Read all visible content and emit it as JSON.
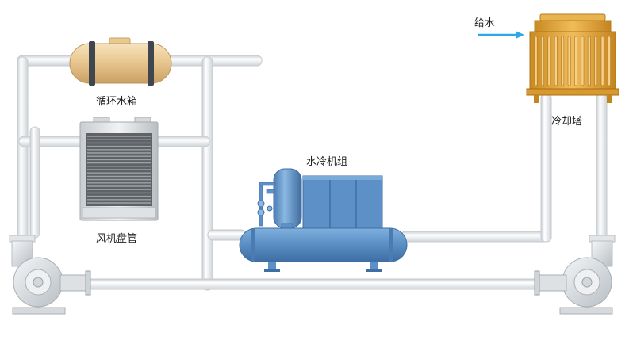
{
  "labels": {
    "tank": "循环水箱",
    "fan_coil": "风机盘管",
    "chiller": "水冷机组",
    "cooling_tower": "冷却塔",
    "water_supply": "给水"
  },
  "colors": {
    "pipe": "#e9edf0",
    "pipe_edge": "#c4cad0",
    "tank_body": "#e9c992",
    "tank_band": "#3f4650",
    "chiller_blue": "#5d90c6",
    "tower_gold": "#e2a63a",
    "arrow": "#2aa9e6",
    "pump": "#dde1e4"
  },
  "icons": {
    "supply_arrow": "arrow-right-icon"
  }
}
